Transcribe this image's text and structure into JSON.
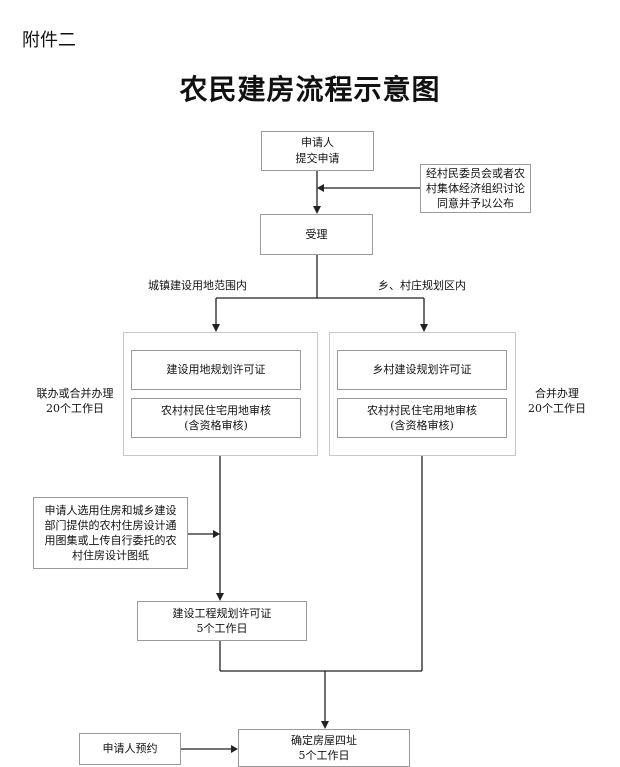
{
  "annex": "附件二",
  "title": "农民建房流程示意图",
  "nodes": {
    "apply_l1": "申请人",
    "apply_l2": "提交申请",
    "village_l1": "经村民委员会或者农",
    "village_l2": "村集体经济组织讨论",
    "village_l3": "同意并予以公布",
    "accept": "受理",
    "left_permit": "建设用地规划许可证",
    "left_review_l1": "农村村民住宅用地审核",
    "left_review_l2": "(含资格审核)",
    "right_permit": "乡村建设规划许可证",
    "right_review_l1": "农村村民住宅用地审核",
    "right_review_l2": "(含资格审核)",
    "design_l1": "申请人选用住房和城乡建设",
    "design_l2": "部门提供的农村住房设计通",
    "design_l3": "用图集或上传自行委托的农",
    "design_l4": "村住房设计图纸",
    "eng_permit_l1": "建设工程规划许可证",
    "eng_permit_l2": "5个工作日",
    "appoint": "申请人预约",
    "confirm_l1": "确定房屋四址",
    "confirm_l2": "5个工作日"
  },
  "labels": {
    "branch_left": "城镇建设用地范围内",
    "branch_right": "乡、村庄规划区内",
    "left_note_l1": "联办或合并办理",
    "left_note_l2": "20个工作日",
    "right_note_l1": "合并办理",
    "right_note_l2": "20个工作日"
  }
}
